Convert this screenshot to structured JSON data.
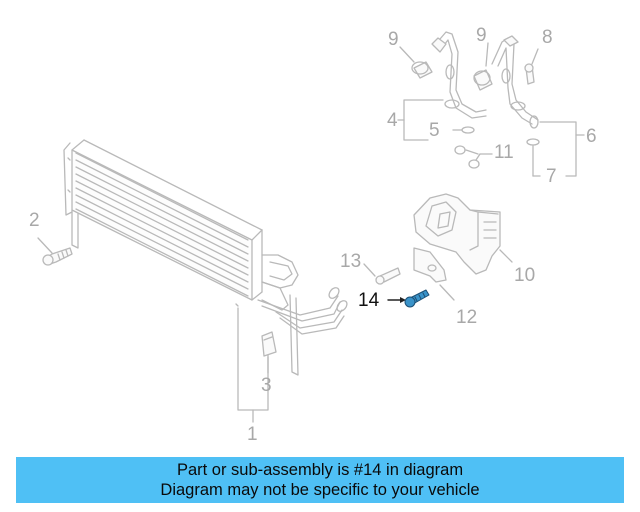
{
  "callouts": {
    "c1": "1",
    "c2": "2",
    "c3": "3",
    "c4": "4",
    "c5": "5",
    "c6": "6",
    "c7": "7",
    "c8": "8",
    "c9a": "9",
    "c9b": "9",
    "c10": "10",
    "c11": "11",
    "c12": "12",
    "c13": "13",
    "c14": "14"
  },
  "highlighted_part": "14",
  "banner": {
    "line1": "Part or sub-assembly is #14 in diagram",
    "line2": "Diagram may not be specific to your vehicle"
  },
  "colors": {
    "parts_stroke": "#b9b9b9",
    "callout_text": "#a8a8a8",
    "highlight_part": "#3a93c9",
    "banner_bg": "#4fc0f5"
  }
}
